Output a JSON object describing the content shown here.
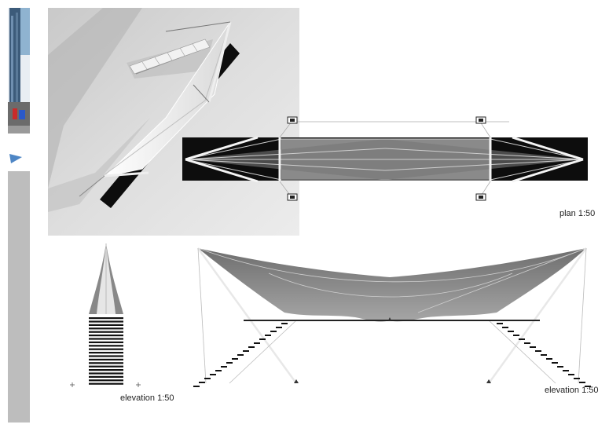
{
  "labels": {
    "plan": "plan 1:50",
    "elevation_side": "elevation 1:50",
    "elevation_front": "elevation 1:50"
  },
  "colors": {
    "render_bg": "#d6d6d6",
    "sidebar_gray": "#bdbdbd",
    "deck_black": "#0d0d0d",
    "membrane_gray": "#8a8a8a",
    "stair_black": "#111111"
  }
}
